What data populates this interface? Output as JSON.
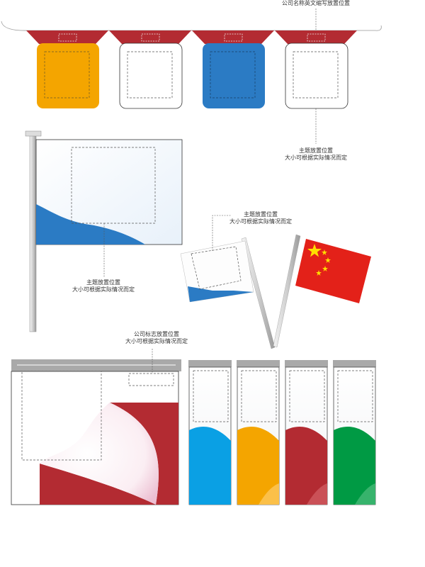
{
  "labels": {
    "abbr_title": "公司名称英文缩写放置位置",
    "theme_line1": "主题放置位置",
    "theme_line2": "大小可根据实际情况而定",
    "logo_line1": "公司标志放置位置",
    "logo_line2": "大小可根据实际情况而定"
  },
  "colors": {
    "red": "#b32b32",
    "orange": "#f4a500",
    "blue": "#2b7bc4",
    "sky": "#0aa0e4",
    "green": "#009a44",
    "cn_red": "#e32119",
    "cn_star": "#ffde00",
    "pole": "#d8d8d8",
    "cap": "#a9a9a9"
  },
  "icons": [
    "china-flag",
    "star-icon",
    "flagpole"
  ]
}
